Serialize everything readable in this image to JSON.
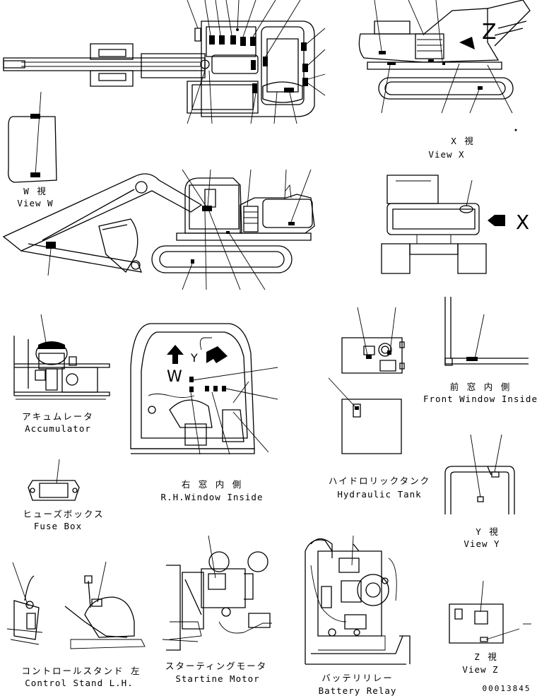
{
  "labels": {
    "view_w": {
      "jp": "W 視",
      "en": "View W"
    },
    "view_x": {
      "jp": "X 視",
      "en": "View X"
    },
    "view_y": {
      "jp": "Y 視",
      "en": "View Y"
    },
    "view_z": {
      "jp": "Z 視",
      "en": "View Z"
    },
    "accumulator": {
      "jp": "アキュムレータ",
      "en": "Accumulator"
    },
    "fuse_box": {
      "jp": "ヒューズボックス",
      "en": "Fuse Box"
    },
    "rh_window": {
      "jp": "右 窓 内 側",
      "en": "R.H.Window Inside"
    },
    "front_window": {
      "jp": "前 窓 内 側",
      "en": "Front Window Inside"
    },
    "hydraulic_tank": {
      "jp": "ハイドロリックタンク",
      "en": "Hydraulic Tank"
    },
    "control_stand": {
      "jp": "コントロールスタンド 左",
      "en": "Control Stand L.H."
    },
    "starting_motor": {
      "jp": "スターティングモータ",
      "en": "Startine Motor"
    },
    "battery_relay": {
      "jp": "バッテリリレー",
      "en": "Battery Relay"
    }
  },
  "view_markers": {
    "x": "X",
    "w": "W",
    "y": "Y",
    "z": "Z"
  },
  "drawing_number": "00013845"
}
